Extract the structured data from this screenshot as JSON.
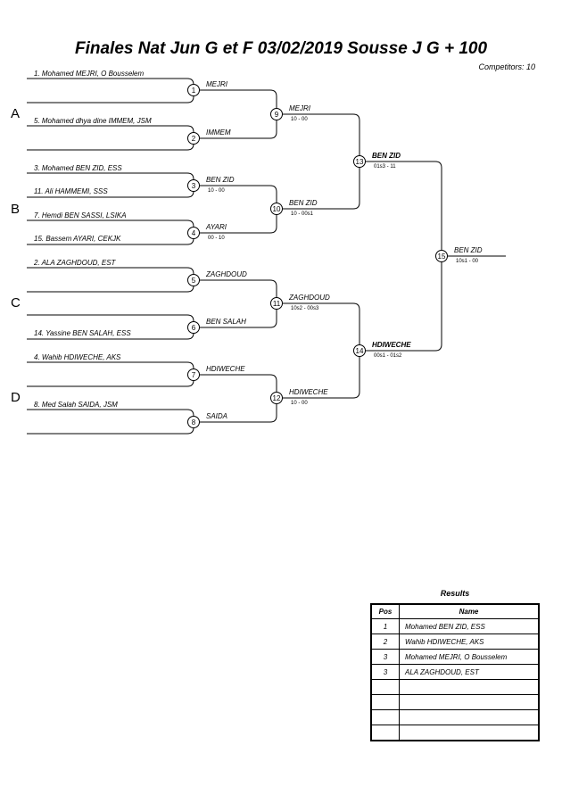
{
  "title": "Finales Nat Jun G et F  03/02/2019  Sousse   J G + 100",
  "competitors": "Competitors: 10",
  "pools": [
    "A",
    "B",
    "C",
    "D"
  ],
  "entries": [
    "1. Mohamed MEJRI, O Bousselem",
    "",
    "5. Mohamed dhya dine IMMEM, JSM",
    "",
    "3. Mohamed BEN ZID, ESS",
    "11. Ali HAMMEMI, SSS",
    "7. Hemdi BEN SASSI, LSIKA",
    "15. Bassem AYARI, CEKJK",
    "2. ALA ZAGHDOUD, EST",
    "",
    "",
    "14. Yassine BEN SALAH, ESS",
    "4. Wahib HDIWECHE, AKS",
    "",
    "8. Med Salah SAIDA, JSM",
    ""
  ],
  "matches": {
    "1": {
      "number": "1",
      "winner": "MEJRI",
      "score": ""
    },
    "2": {
      "number": "2",
      "winner": "IMMEM",
      "score": ""
    },
    "3": {
      "number": "3",
      "winner": "BEN ZID",
      "score": "10 - 00"
    },
    "4": {
      "number": "4",
      "winner": "AYARI",
      "score": "00 - 10"
    },
    "5": {
      "number": "5",
      "winner": "ZAGHDOUD",
      "score": ""
    },
    "6": {
      "number": "6",
      "winner": "BEN SALAH",
      "score": ""
    },
    "7": {
      "number": "7",
      "winner": "HDIWECHE",
      "score": ""
    },
    "8": {
      "number": "8",
      "winner": "SAIDA",
      "score": ""
    },
    "9": {
      "number": "9",
      "winner": "MEJRI",
      "score": "10 - 00"
    },
    "10": {
      "number": "10",
      "winner": "BEN ZID",
      "score": "10 - 00s1"
    },
    "11": {
      "number": "11",
      "winner": "ZAGHDOUD",
      "score": "10s2 - 00s3"
    },
    "12": {
      "number": "12",
      "winner": "HDIWECHE",
      "score": "10 - 00"
    },
    "13": {
      "number": "13",
      "winner": "BEN ZID",
      "score": "01s3 - 11"
    },
    "14": {
      "number": "14",
      "winner": "HDIWECHE",
      "score": "00s1 - 01s2"
    },
    "15": {
      "number": "15",
      "winner": "BEN ZID",
      "score": "10s1 - 00"
    }
  },
  "results": {
    "title": "Results",
    "headers": {
      "pos": "Pos",
      "name": "Name"
    },
    "rows": [
      {
        "pos": "1",
        "name": "Mohamed BEN ZID, ESS"
      },
      {
        "pos": "2",
        "name": "Wahib HDIWECHE, AKS"
      },
      {
        "pos": "3",
        "name": "Mohamed MEJRI, O Bousselem"
      },
      {
        "pos": "3",
        "name": "ALA ZAGHDOUD, EST"
      },
      {
        "pos": "",
        "name": ""
      },
      {
        "pos": "",
        "name": ""
      },
      {
        "pos": "",
        "name": ""
      },
      {
        "pos": "",
        "name": ""
      }
    ]
  }
}
